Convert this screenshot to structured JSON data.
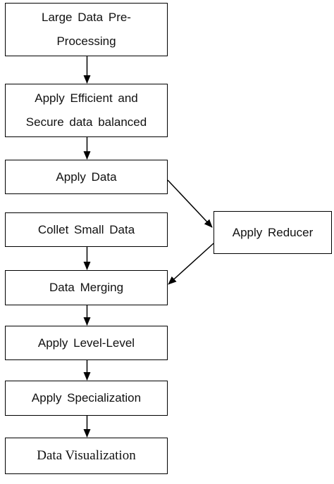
{
  "diagram": {
    "nodes": {
      "preprocessing": "Large Data Pre-\nProcessing",
      "efficient_secure": "Apply Efficient and\nSecure data balanced",
      "apply_data": "Apply Data",
      "collect_small": "Collet Small Data",
      "reducer": "Apply Reducer",
      "merging": "Data Merging",
      "level": "Apply Level-Level",
      "specialization": "Apply Specialization",
      "visualization": "Data Visualization"
    },
    "edges": [
      [
        "preprocessing",
        "efficient_secure"
      ],
      [
        "efficient_secure",
        "apply_data"
      ],
      [
        "apply_data",
        "reducer"
      ],
      [
        "reducer",
        "merging"
      ],
      [
        "collect_small",
        "merging"
      ],
      [
        "merging",
        "level"
      ],
      [
        "level",
        "specialization"
      ],
      [
        "specialization",
        "visualization"
      ]
    ]
  }
}
